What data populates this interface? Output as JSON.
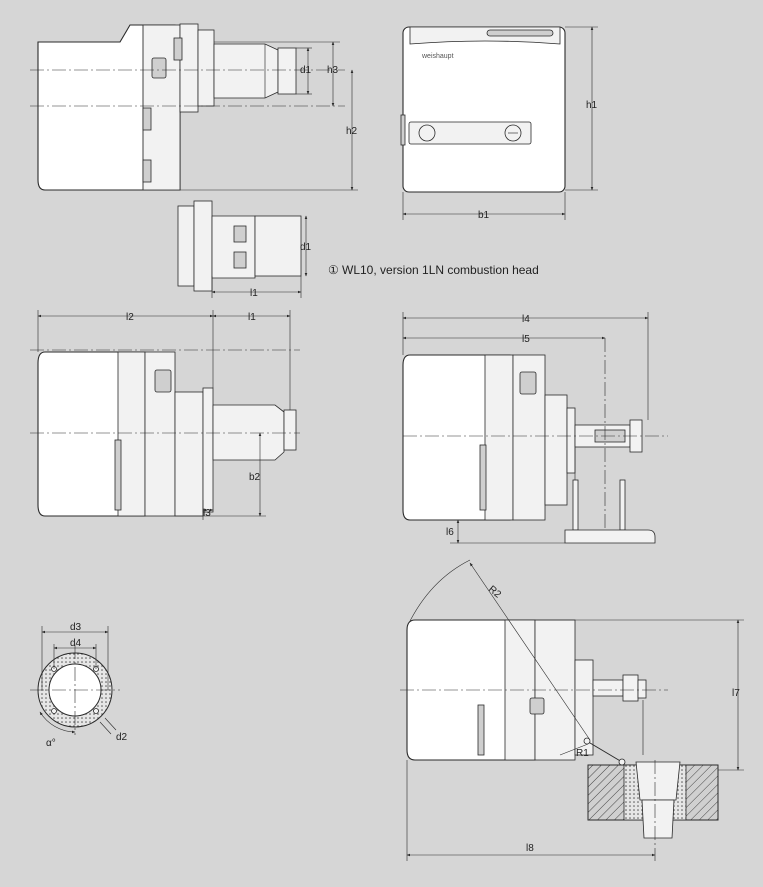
{
  "labels": {
    "d1": "d1",
    "h3": "h3",
    "h2": "h2",
    "h1": "h1",
    "b1": "b1",
    "l1": "l1",
    "l2": "l2",
    "l3": "l3",
    "b2": "b2",
    "l4": "l4",
    "l5": "l5",
    "l6": "l6",
    "d3": "d3",
    "d4": "d4",
    "d2": "d2",
    "alpha": "α°",
    "R1": "R1",
    "R2": "R2",
    "l7": "l7",
    "l8": "l8"
  },
  "note": {
    "marker": "①",
    "text": "WL10, version 1LN combustion head"
  },
  "brand": "weishaupt"
}
